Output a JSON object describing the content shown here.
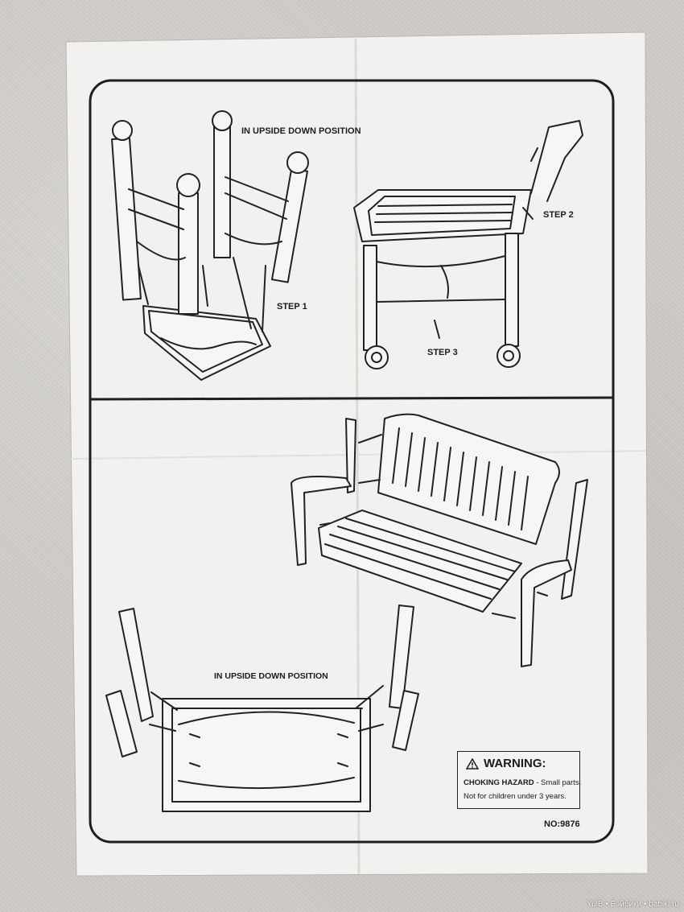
{
  "labels": {
    "upside_down_top": "IN UPSIDE DOWN POSITION",
    "step1": "STEP 1",
    "step2": "STEP 2",
    "step3": "STEP 3",
    "upside_down_bottom": "IN UPSIDE DOWN POSITION"
  },
  "warning": {
    "title": "WARNING:",
    "hazard": "CHOKING HAZARD",
    "hazard_detail": " - Small parts.",
    "age_note": "Not for children under 3 years."
  },
  "model_number": "NO:9876",
  "watermark": "YulB • Бэйбики • babiki.ru",
  "colors": {
    "paper": "#f2f1ef",
    "ink": "#1c1c1c",
    "background": "#cfccc8"
  }
}
